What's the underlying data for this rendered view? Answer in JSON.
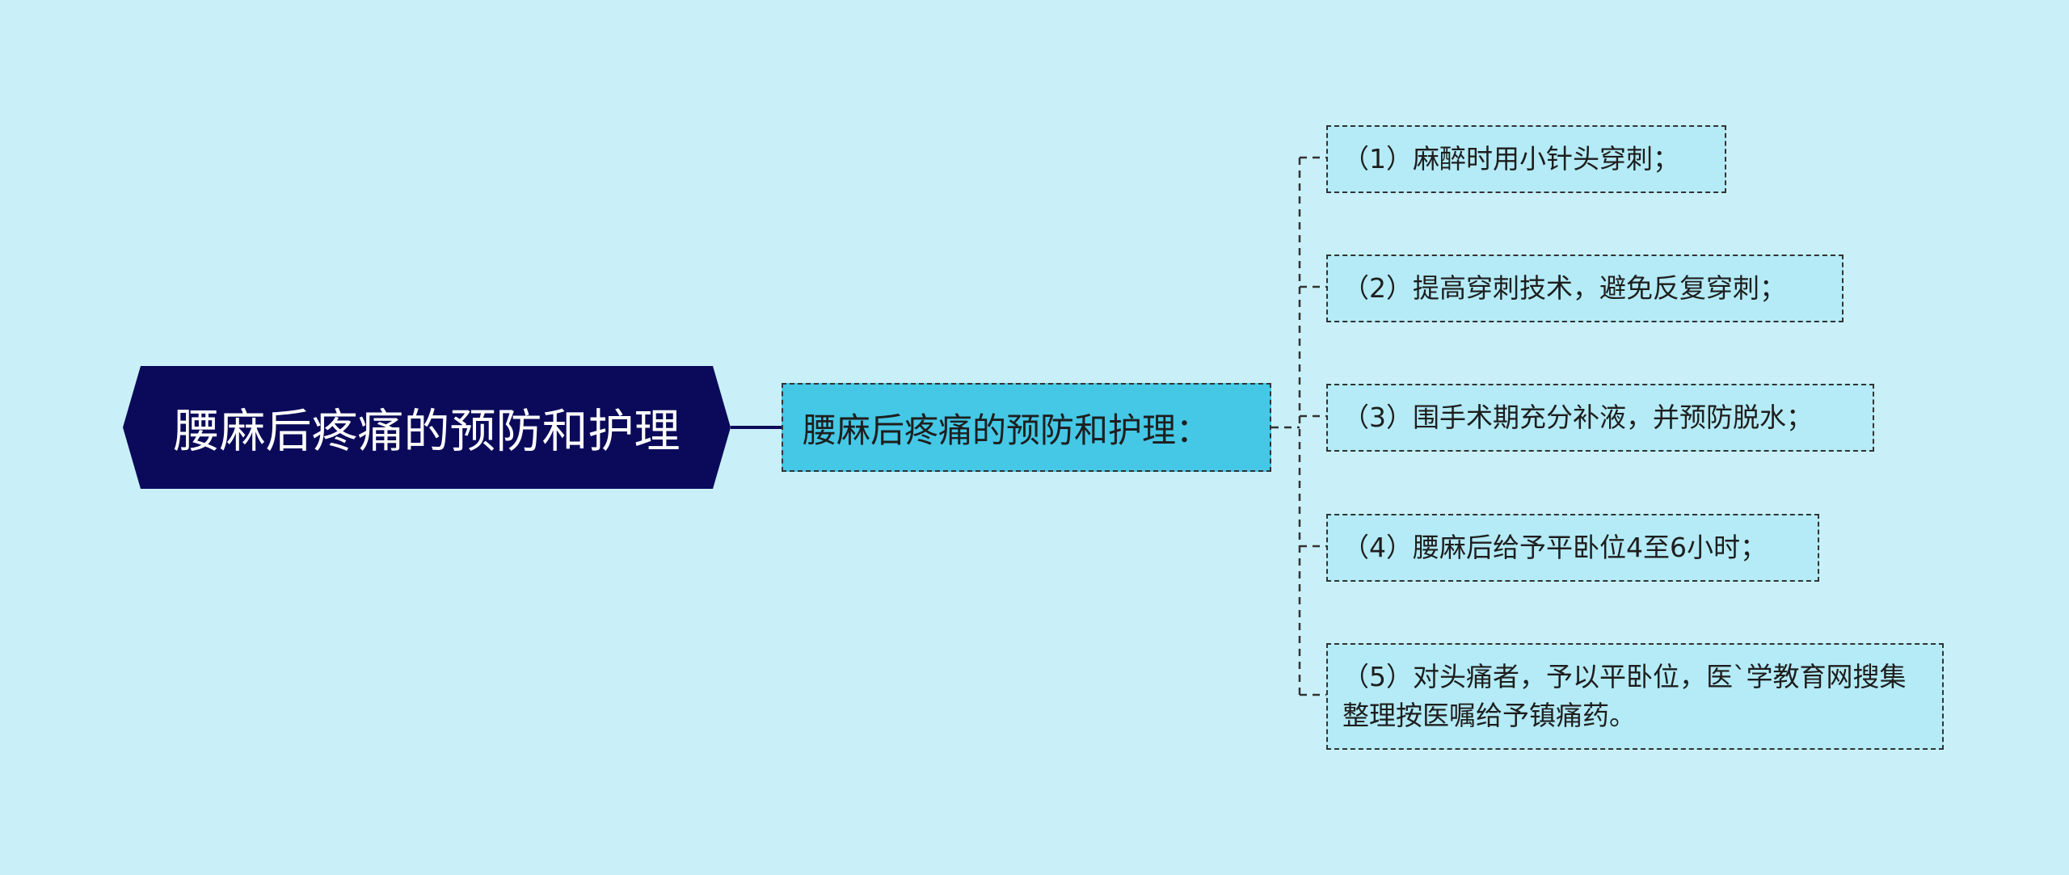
{
  "diagram": {
    "root": {
      "label": "腰麻后疼痛的预防和护理"
    },
    "branch": {
      "label": "腰麻后疼痛的预防和护理："
    },
    "leaves": [
      {
        "label": "（1）麻醉时用小针头穿刺；"
      },
      {
        "label": "（2）提高穿刺技术，避免反复穿刺；"
      },
      {
        "label": "（3）围手术期充分补液，并预防脱水；"
      },
      {
        "label": "（4）腰麻后给予平卧位4至6小时；"
      },
      {
        "label": "（5）对头痛者，予以平卧位，医`学教育网搜集整理按医嘱给予镇痛药。"
      }
    ]
  },
  "colors": {
    "background": "#c9f0f8",
    "root_fill": "#0b0a5a",
    "branch_fill": "#44c8e6",
    "leaf_fill": "#b4ebf6",
    "connector": "#333333"
  }
}
